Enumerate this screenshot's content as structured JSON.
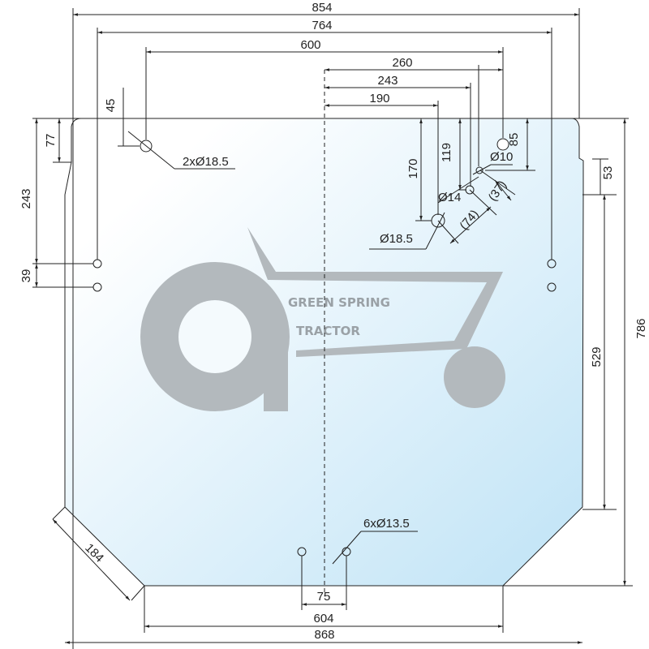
{
  "drawing": {
    "logo_text": [
      "GREEN SPRING",
      "TRACTOR"
    ],
    "dimensions": {
      "overall_top": "854",
      "hole_span_764": "764",
      "hole_span_600": "600",
      "d260": "260",
      "d243_top": "243",
      "d190": "190",
      "d45": "45",
      "d77": "77",
      "d243_left": "243",
      "d39": "39",
      "holes_top_left": "2xØ18.5",
      "d170": "170",
      "d119": "119",
      "d85": "85",
      "dia10": "Ø10",
      "dia14": "Ø14",
      "d37": "(37)",
      "d74": "(74)",
      "dia18_5": "Ø18.5",
      "d53": "53",
      "d529": "529",
      "d786": "786",
      "d184": "184",
      "holes_bottom": "6xØ13.5",
      "d75": "75",
      "d604": "604",
      "overall_bottom": "868"
    },
    "colors": {
      "glass_top": "#ffffff",
      "glass_bottom": "#bfe3f6",
      "logo": "#9aa1a6"
    }
  }
}
